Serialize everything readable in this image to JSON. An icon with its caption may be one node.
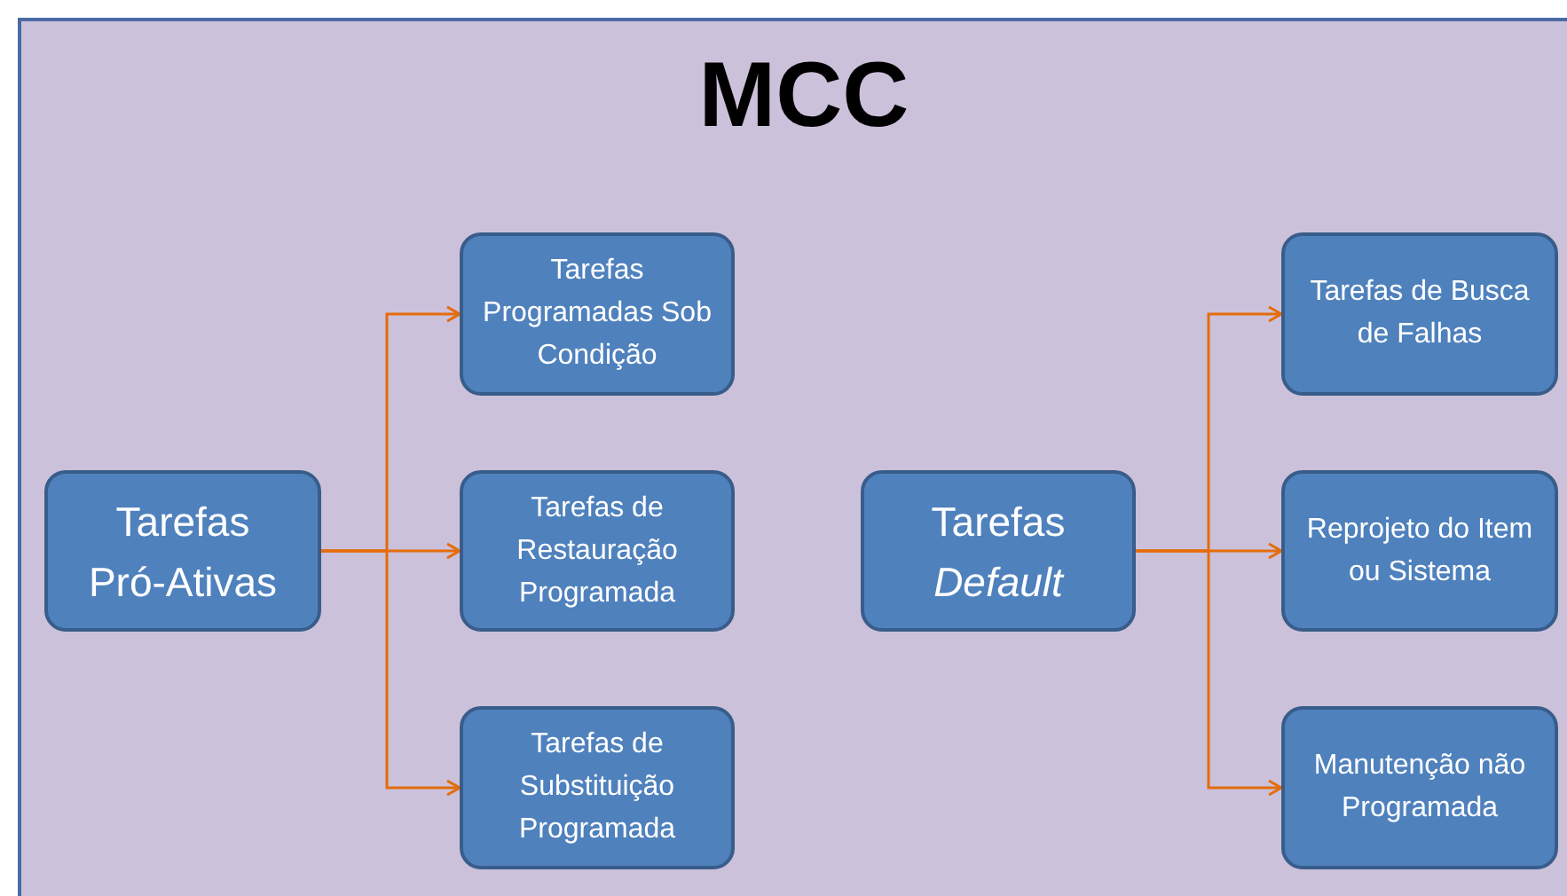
{
  "diagram": {
    "title": "MCC",
    "nodes": [
      {
        "text": [
          "Tarefas Pró-Ativas"
        ]
      },
      {
        "text": [
          "Tarefas Programadas Sob Condição"
        ]
      },
      {
        "text": [
          "Tarefas de Restauração Programada"
        ]
      },
      {
        "text": [
          "Tarefas de Substituição Programada"
        ]
      },
      {
        "text": [
          "Tarefas *Default*"
        ]
      },
      {
        "text": [
          "Tarefas de Busca de Falhas"
        ]
      },
      {
        "text": [
          "Reprojeto do Item ou Sistema"
        ]
      },
      {
        "text": [
          "Manutenção não Programada"
        ]
      }
    ],
    "edges": [
      {
        "from": 0,
        "to": 1,
        "arrow": "to"
      },
      {
        "from": 0,
        "to": 2,
        "arrow": "to"
      },
      {
        "from": 0,
        "to": 3,
        "arrow": "to"
      },
      {
        "from": 4,
        "to": 5,
        "arrow": "to"
      },
      {
        "from": 4,
        "to": 6,
        "arrow": "to"
      },
      {
        "from": 4,
        "to": 7,
        "arrow": "to"
      }
    ]
  }
}
